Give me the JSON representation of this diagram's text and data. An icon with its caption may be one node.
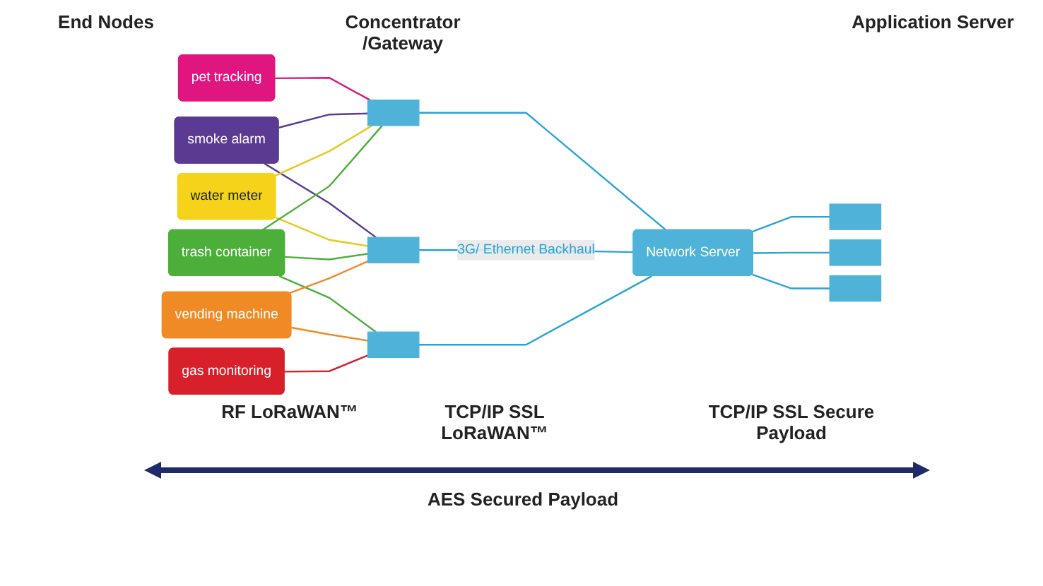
{
  "diagram": {
    "nodes": [
      {
        "text": [
          "pet tracking"
        ]
      },
      {
        "text": [
          "smoke alarm"
        ]
      },
      {
        "text": [
          "water meter"
        ]
      },
      {
        "text": [
          "trash container"
        ]
      },
      {
        "text": [
          "vending machine"
        ]
      },
      {
        "text": [
          "gas monitoring"
        ]
      },
      {
        "text": [],
        "shape": "box"
      },
      {
        "text": [],
        "shape": "box"
      },
      {
        "text": [],
        "shape": "box"
      },
      {
        "text": [
          "Network Server"
        ]
      },
      {
        "text": [],
        "shape": "box"
      },
      {
        "text": [],
        "shape": "box"
      },
      {
        "text": [],
        "shape": "box"
      }
    ],
    "edges": [
      {
        "from": 0,
        "to": 6,
        "arrow": "none",
        "color": "#e0157f"
      },
      {
        "from": 1,
        "to": 6,
        "arrow": "none",
        "color": "#5b3a93"
      },
      {
        "from": 1,
        "to": 7,
        "arrow": "none",
        "color": "#5b3a93"
      },
      {
        "from": 2,
        "to": 6,
        "arrow": "none",
        "color": "#e8c81a"
      },
      {
        "from": 2,
        "to": 7,
        "arrow": "none",
        "color": "#e8c81a"
      },
      {
        "from": 3,
        "to": 6,
        "arrow": "none",
        "color": "#4caf3a"
      },
      {
        "from": 3,
        "to": 7,
        "arrow": "none",
        "color": "#4caf3a"
      },
      {
        "from": 3,
        "to": 8,
        "arrow": "none",
        "color": "#4caf3a"
      },
      {
        "from": 4,
        "to": 7,
        "arrow": "none",
        "color": "#f08a24"
      },
      {
        "from": 4,
        "to": 8,
        "arrow": "none",
        "color": "#f08a24"
      },
      {
        "from": 5,
        "to": 8,
        "arrow": "none",
        "color": "#d8202a"
      },
      {
        "from": 6,
        "to": 9,
        "arrow": "none"
      },
      {
        "from": 7,
        "to": 9,
        "arrow": "none",
        "label": "3G/ Ethernet Backhaul"
      },
      {
        "from": 8,
        "to": 9,
        "arrow": "none"
      },
      {
        "from": 9,
        "to": 10,
        "arrow": "none"
      },
      {
        "from": 9,
        "to": 11,
        "arrow": "none"
      },
      {
        "from": 9,
        "to": 12,
        "arrow": "none"
      }
    ],
    "labels": [
      "End Nodes",
      "Concentrator /Gateway",
      "Application Server",
      "RF LoRaWAN™",
      "TCP/IP SSL LoRaWAN™",
      "TCP/IP SSL Secure Payload",
      "AES Secured Payload"
    ]
  }
}
